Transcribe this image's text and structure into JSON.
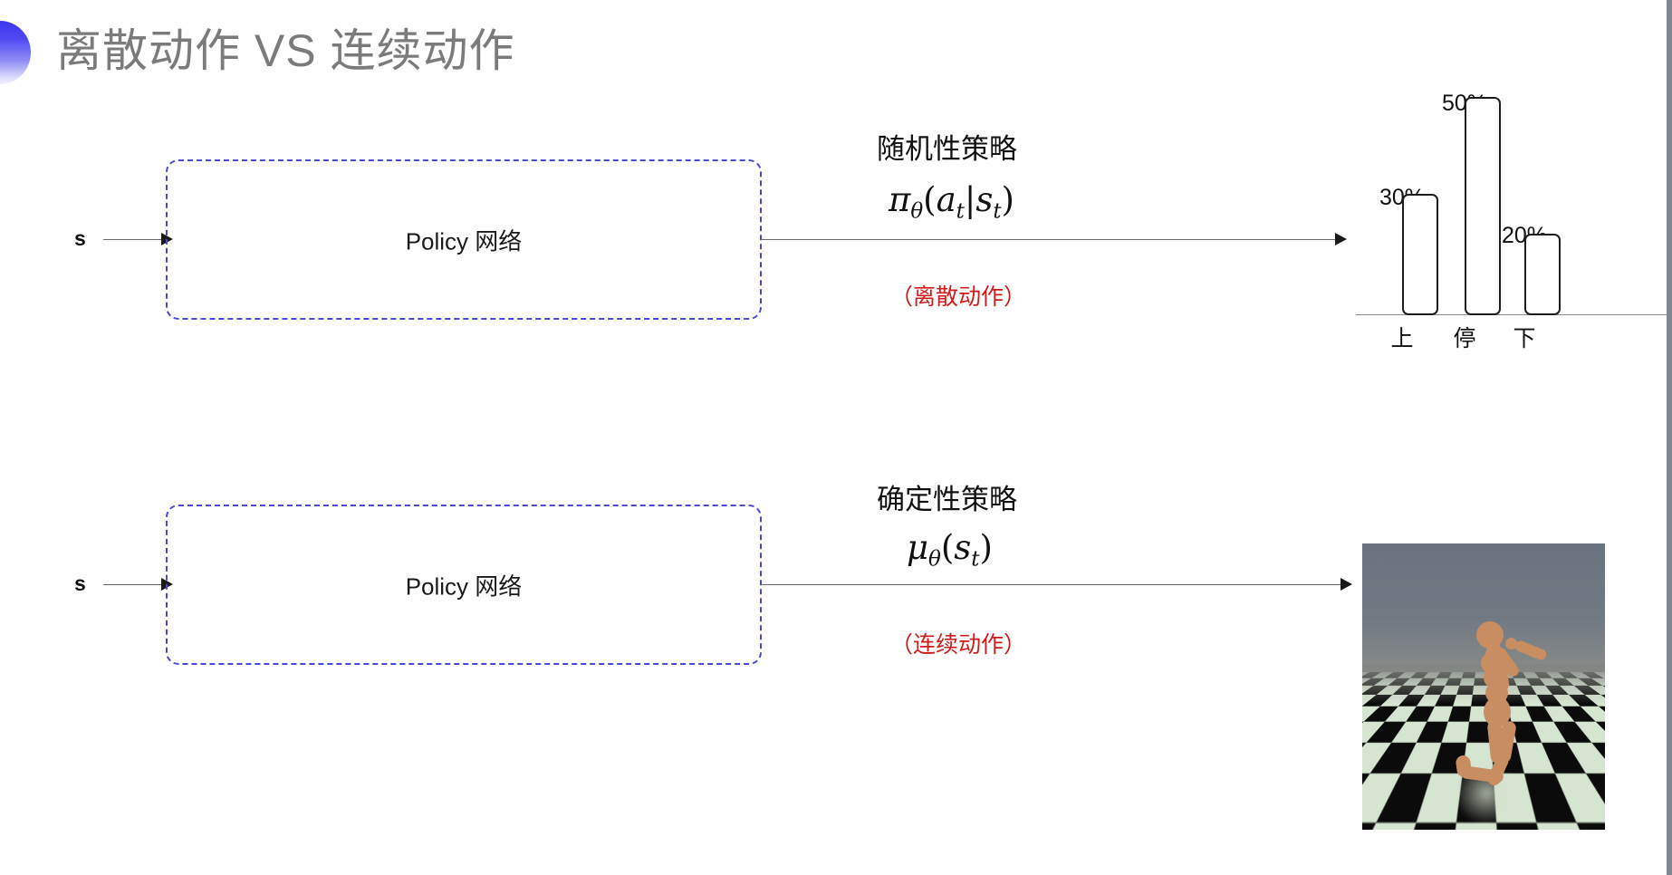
{
  "slide": {
    "title": "离散动作 VS 连续动作",
    "accent_color": "#3b35ef",
    "title_color": "#7b7b7b",
    "background": "#ffffff"
  },
  "rows": [
    {
      "id": "discrete",
      "input_label": "s",
      "box_label": "Policy 网络",
      "policy_heading": "随机性策略",
      "formula": {
        "symbol": "π",
        "theta": "θ",
        "open": "(",
        "arg": "a",
        "arg_sub": "t",
        "bar": "|",
        "cond": "s",
        "cond_sub": "t",
        "close": ")"
      },
      "formula_plain": "π_θ(a_t|s_t)",
      "note": "（离散动作）",
      "note_color": "#d01b1b"
    },
    {
      "id": "continuous",
      "input_label": "s",
      "box_label": "Policy 网络",
      "policy_heading": "确定性策略",
      "formula": {
        "symbol": "μ",
        "theta": "θ",
        "open": "(",
        "arg": "s",
        "arg_sub": "t",
        "close": ")"
      },
      "formula_plain": "μ_θ(s_t)",
      "note": "（连续动作）",
      "note_color": "#d01b1b"
    }
  ],
  "chart_data": {
    "type": "bar",
    "title": "",
    "categories": [
      "上",
      "停",
      "下"
    ],
    "values": [
      30,
      50,
      20
    ],
    "value_labels": [
      "30%",
      "50%",
      "20%"
    ],
    "xlabel": "",
    "ylabel": "",
    "ylim": [
      0,
      60
    ],
    "grid": false,
    "legend": "none",
    "bar_style": {
      "fill": "#ffffff",
      "stroke": "#1d1d1d",
      "rounded": true
    }
  },
  "simulation": {
    "caption": "",
    "scene": "humanoid",
    "sky_color": "#6d7580",
    "floor_colors": [
      "#0b0b0b",
      "#d6e4d2"
    ],
    "body_color": "#c98d62"
  }
}
